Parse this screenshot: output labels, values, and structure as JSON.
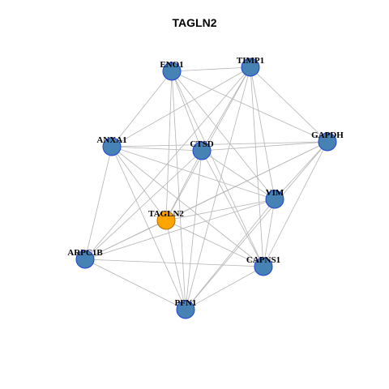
{
  "title": "TAGLN2",
  "colors": {
    "node_fill": "#4682b4",
    "node_stroke": "#1f3fd6",
    "hub_fill": "#ffa500",
    "edge": "#b4b4b4"
  },
  "nodes": [
    {
      "id": "ENO1",
      "label": "ENO1"
    },
    {
      "id": "TIMP1",
      "label": "TIMP1"
    },
    {
      "id": "ANXA1",
      "label": "ANXA1"
    },
    {
      "id": "CTSD",
      "label": "CTSD"
    },
    {
      "id": "GAPDH",
      "label": "GAPDH"
    },
    {
      "id": "VIM",
      "label": "VIM"
    },
    {
      "id": "TAGLN2",
      "label": "TAGLN2",
      "hub": true
    },
    {
      "id": "ARPC1B",
      "label": "ARPC1B"
    },
    {
      "id": "CAPNS1",
      "label": "CAPNS1"
    },
    {
      "id": "PFN1",
      "label": "PFN1"
    }
  ],
  "edges": [
    [
      "ENO1",
      "TIMP1"
    ],
    [
      "ENO1",
      "ANXA1"
    ],
    [
      "ENO1",
      "CTSD"
    ],
    [
      "ENO1",
      "GAPDH"
    ],
    [
      "ENO1",
      "VIM"
    ],
    [
      "ENO1",
      "TAGLN2"
    ],
    [
      "ENO1",
      "CAPNS1"
    ],
    [
      "ENO1",
      "PFN1"
    ],
    [
      "TIMP1",
      "ANXA1"
    ],
    [
      "TIMP1",
      "CTSD"
    ],
    [
      "TIMP1",
      "GAPDH"
    ],
    [
      "TIMP1",
      "VIM"
    ],
    [
      "TIMP1",
      "TAGLN2"
    ],
    [
      "TIMP1",
      "ARPC1B"
    ],
    [
      "TIMP1",
      "CAPNS1"
    ],
    [
      "TIMP1",
      "PFN1"
    ],
    [
      "ANXA1",
      "CTSD"
    ],
    [
      "ANXA1",
      "GAPDH"
    ],
    [
      "ANXA1",
      "VIM"
    ],
    [
      "ANXA1",
      "ARPC1B"
    ],
    [
      "ANXA1",
      "CAPNS1"
    ],
    [
      "ANXA1",
      "PFN1"
    ],
    [
      "ANXA1",
      "TAGLN2"
    ],
    [
      "CTSD",
      "GAPDH"
    ],
    [
      "CTSD",
      "VIM"
    ],
    [
      "CTSD",
      "TAGLN2"
    ],
    [
      "CTSD",
      "ARPC1B"
    ],
    [
      "CTSD",
      "CAPNS1"
    ],
    [
      "CTSD",
      "PFN1"
    ],
    [
      "GAPDH",
      "VIM"
    ],
    [
      "GAPDH",
      "TAGLN2"
    ],
    [
      "GAPDH",
      "ARPC1B"
    ],
    [
      "GAPDH",
      "CAPNS1"
    ],
    [
      "GAPDH",
      "PFN1"
    ],
    [
      "VIM",
      "TAGLN2"
    ],
    [
      "VIM",
      "ARPC1B"
    ],
    [
      "VIM",
      "CAPNS1"
    ],
    [
      "VIM",
      "PFN1"
    ],
    [
      "TAGLN2",
      "ARPC1B"
    ],
    [
      "TAGLN2",
      "CAPNS1"
    ],
    [
      "TAGLN2",
      "PFN1"
    ],
    [
      "ARPC1B",
      "CAPNS1"
    ],
    [
      "ARPC1B",
      "PFN1"
    ],
    [
      "CAPNS1",
      "PFN1"
    ]
  ]
}
